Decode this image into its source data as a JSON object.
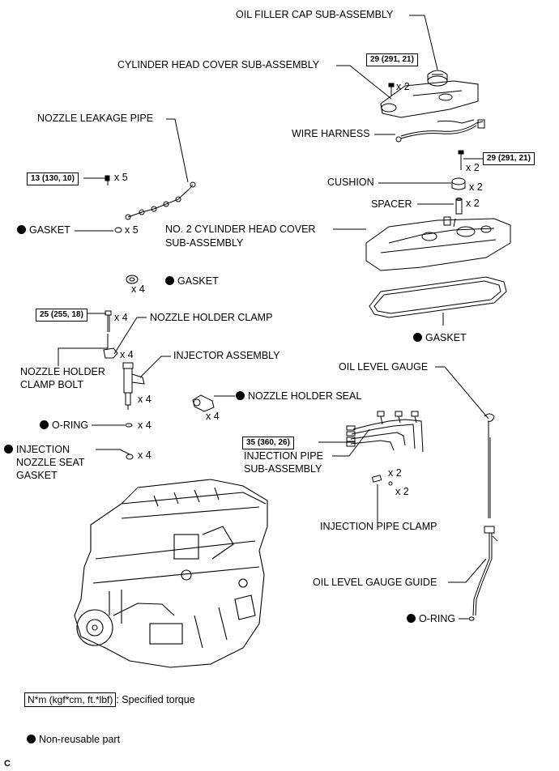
{
  "labels": {
    "oil_filler_cap": "OIL FILLER CAP SUB-ASSEMBLY",
    "cylinder_head_cover": "CYLINDER HEAD COVER SUB-ASSEMBLY",
    "nozzle_leakage_pipe": "NOZZLE LEAKAGE PIPE",
    "wire_harness": "WIRE HARNESS",
    "cushion": "CUSHION",
    "spacer": "SPACER",
    "no2_cover_line1": "NO. 2 CYLINDER HEAD COVER",
    "no2_cover_line2": "SUB-ASSEMBLY",
    "gasket_leak": "GASKET",
    "gasket_nozzle": "GASKET",
    "gasket_cover": "GASKET",
    "nozzle_holder_clamp": "NOZZLE HOLDER CLAMP",
    "nozzle_holder_clamp_bolt_line1": "NOZZLE HOLDER",
    "nozzle_holder_clamp_bolt_line2": "CLAMP BOLT",
    "injector_assembly": "INJECTOR ASSEMBLY",
    "oil_level_gauge": "OIL LEVEL GAUGE",
    "nozzle_holder_seal": "NOZZLE HOLDER SEAL",
    "o_ring_left": "O-RING",
    "injection_seat_line1": "INJECTION",
    "injection_seat_line2": "NOZZLE SEAT",
    "injection_seat_line3": "GASKET",
    "injection_pipe_line1": "INJECTION PIPE",
    "injection_pipe_line2": "SUB-ASSEMBLY",
    "injection_pipe_clamp": "INJECTION PIPE CLAMP",
    "oil_level_gauge_guide": "OIL LEVEL GAUGE GUIDE",
    "o_ring_right": "O-RING"
  },
  "torques": {
    "cover_bolt": "29 (291, 21)",
    "no2_cover_bolt": "29 (291, 21)",
    "leakage_pipe_bolt": "13 (130, 10)",
    "clamp_bolt": "25 (255, 18)",
    "injection_pipe": "35 (360, 26)"
  },
  "quantities": {
    "cover_bolt": "x 2",
    "no2_cover_bolt": "x 2",
    "cushion": "x 2",
    "spacer": "x 2",
    "leakage_bolt": "x 5",
    "gasket_leak": "x 5",
    "gasket_nozzle": "x 4",
    "clamp_bolt": "x 4",
    "clamp": "x 4",
    "injector": "x 4",
    "nozzle_seal": "x 4",
    "o_ring": "x 4",
    "seat_gasket": "x 4",
    "pipe_clamp_a": "x 2",
    "pipe_clamp_b": "x 2"
  },
  "legend": {
    "torque_box": "N*m (kgf*cm, ft.*lbf)",
    "torque_text": ": Specified torque",
    "non_reusable": "Non-reusable part"
  },
  "corner_letter": "C"
}
